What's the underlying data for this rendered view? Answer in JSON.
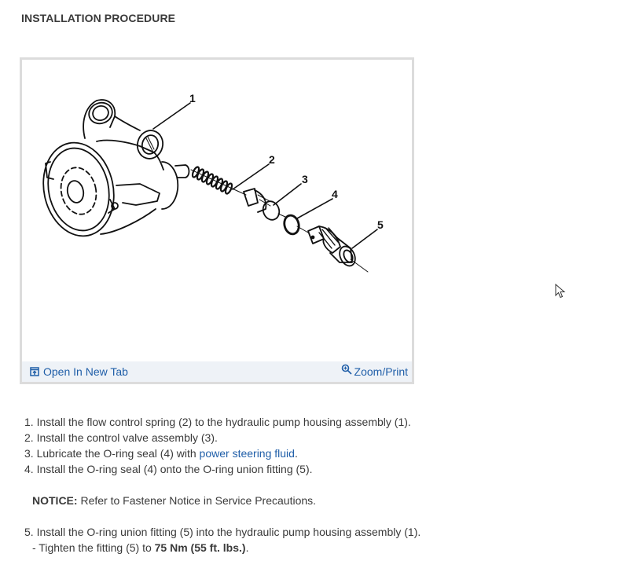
{
  "heading": "INSTALLATION PROCEDURE",
  "figure": {
    "callouts": [
      "1",
      "2",
      "3",
      "4",
      "5"
    ],
    "footer": {
      "open_tab_icon": "open-in-new-tab-icon",
      "open_tab_label": "Open In New Tab",
      "zoom_icon": "zoom-in-magnifier-icon",
      "zoom_label": "Zoom/Print"
    }
  },
  "steps": {
    "s1": "1. Install the flow control spring (2) to the hydraulic pump housing assembly (1).",
    "s2": "2. Install the control valve assembly (3).",
    "s3_prefix": "3. Lubricate the O-ring seal (4) with ",
    "s3_link": "power steering fluid",
    "s3_suffix": ".",
    "s4": "4. Install the O-ring seal (4) onto the O-ring union fitting (5).",
    "notice_label": "NOTICE:",
    "notice_text": " Refer to Fastener Notice in Service Precautions.",
    "s5": "5. Install the O-ring union fitting (5) into the hydraulic pump housing assembly (1).",
    "sub_prefix": "-  Tighten the fitting (5) to ",
    "sub_torque": "75 Nm (55 ft. lbs.)",
    "sub_suffix": "."
  },
  "colors": {
    "link": "#1f5ea8",
    "footer_bg": "#eef2f7",
    "border": "#dcdcdc",
    "text": "#3a3a3a"
  }
}
